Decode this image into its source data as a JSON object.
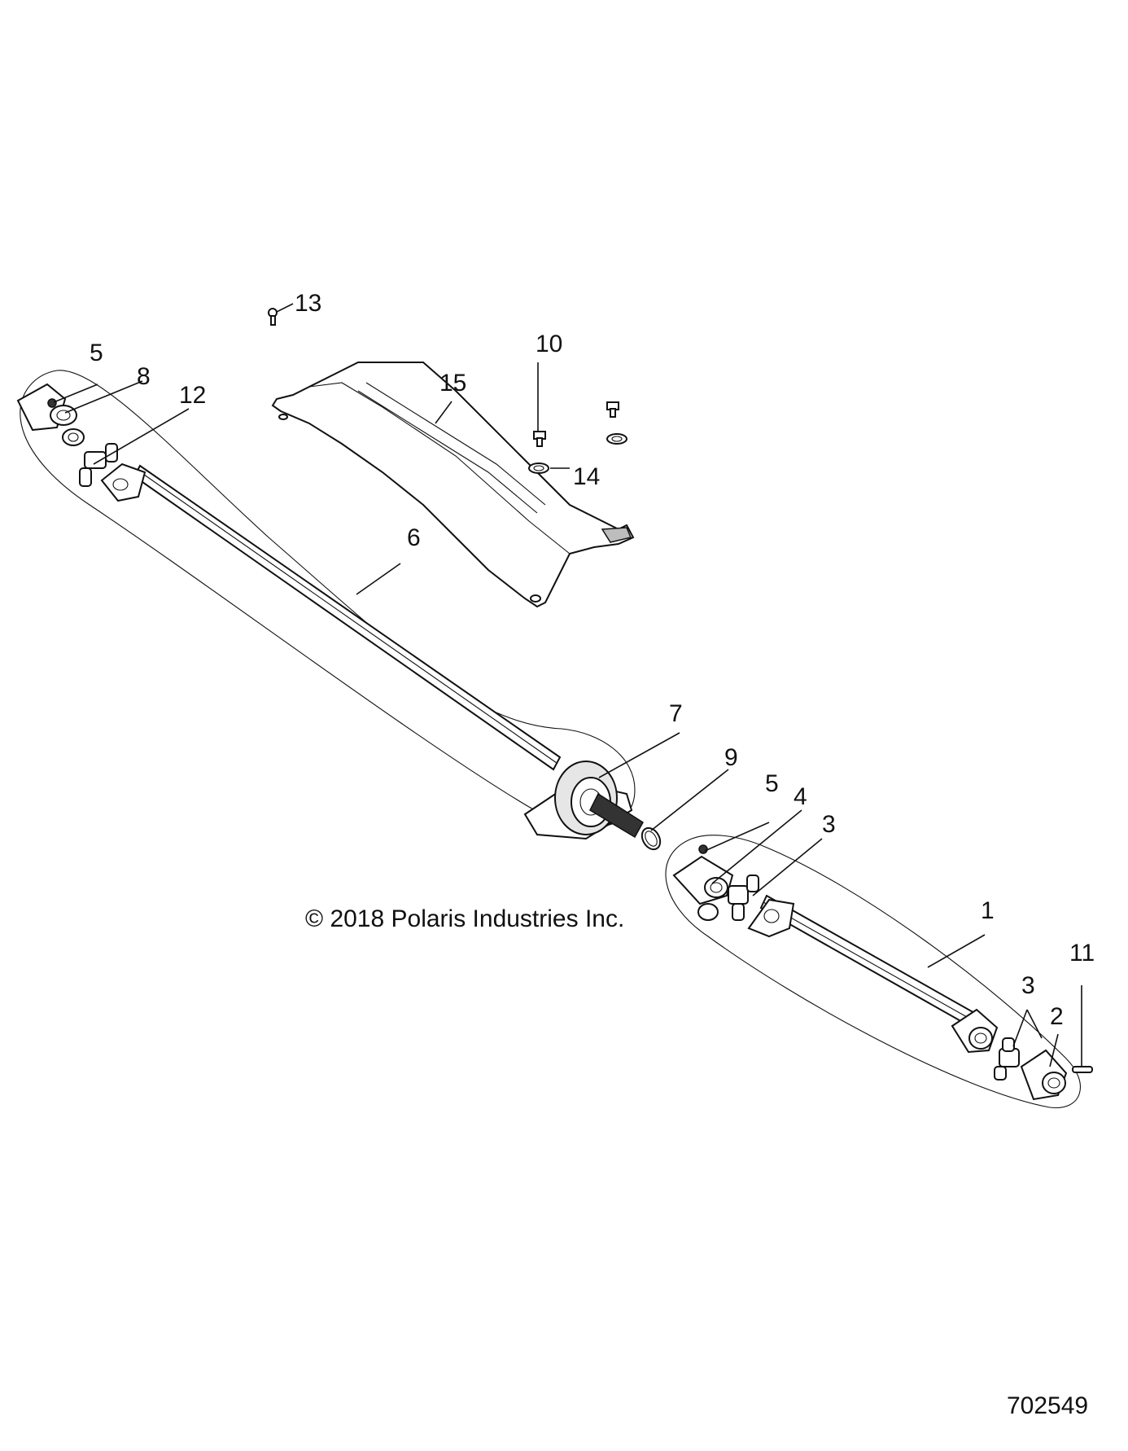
{
  "copyright": "© 2018 Polaris Industries Inc.",
  "document_number": "702549",
  "callouts": {
    "c1": "1",
    "c2": "2",
    "c3a": "3",
    "c3b": "3",
    "c4": "4",
    "c5a": "5",
    "c5b": "5",
    "c6": "6",
    "c7": "7",
    "c8": "8",
    "c9": "9",
    "c10": "10",
    "c11": "11",
    "c12": "12",
    "c13": "13",
    "c14": "14",
    "c15": "15"
  }
}
